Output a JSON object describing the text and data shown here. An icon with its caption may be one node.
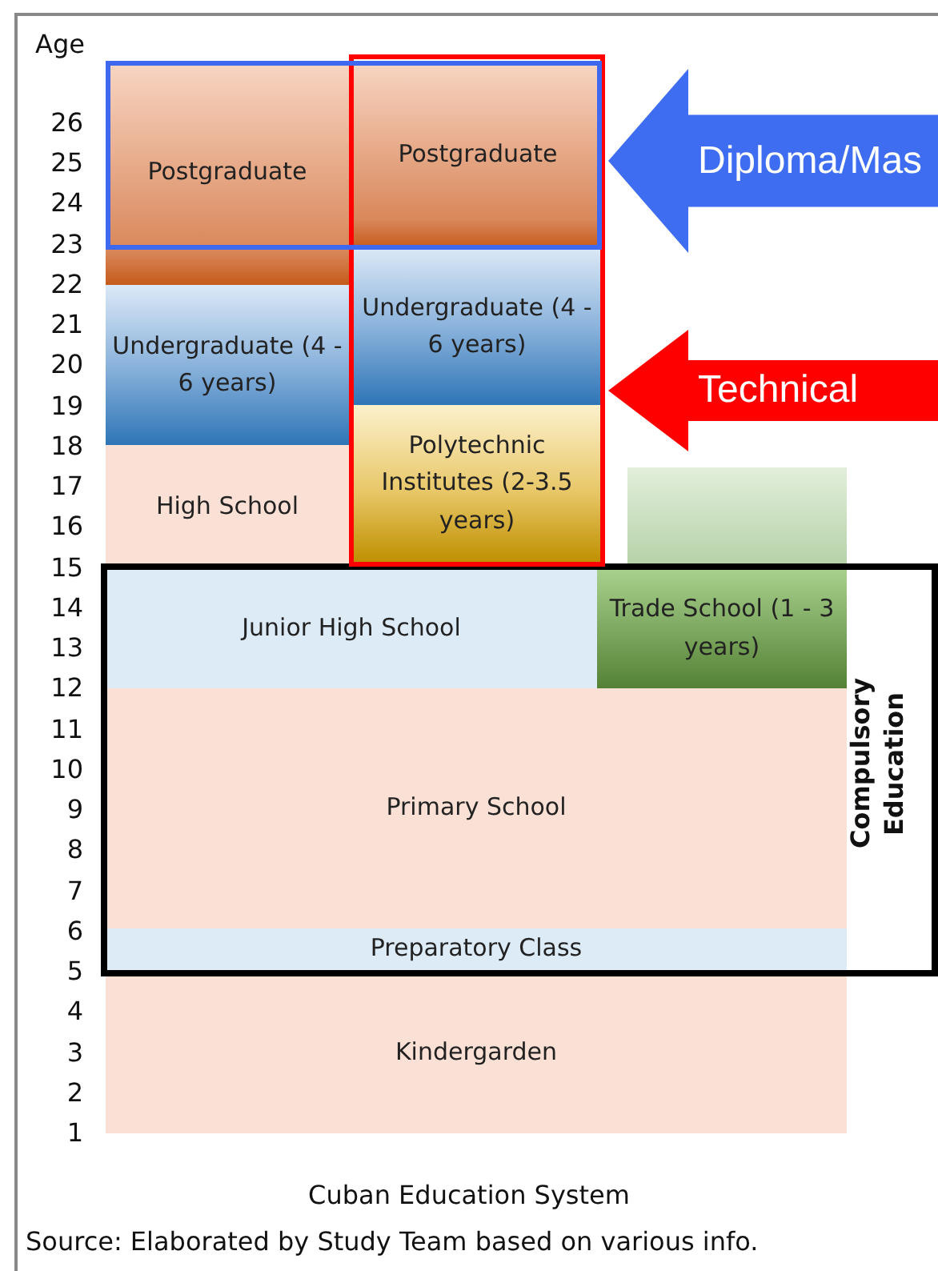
{
  "diagram": {
    "caption": "Cuban Education System",
    "nodes": [
      {
        "text": [],
        "shape": "box"
      },
      {
        "text": [],
        "shape": "box"
      },
      {
        "text": [
          "Postgraduate"
        ]
      },
      {
        "text": [
          "Postgraduate"
        ]
      },
      {
        "text": [
          "Diploma/Mas"
        ]
      },
      {
        "text": [
          "Undergraduate (4 - 6 years)"
        ]
      },
      {
        "text": [
          "Undergraduate (4 - 6 years)"
        ],
        "in": 1
      },
      {
        "text": [
          "Technical"
        ]
      },
      {
        "text": [
          "High School"
        ]
      },
      {
        "text": [
          "Polytechnic Institutes (2-3.5 years)"
        ],
        "in": 1
      },
      {
        "text": [],
        "shape": "bar"
      },
      {
        "text": [
          "Compulsory Education"
        ]
      },
      {
        "text": [
          "Junior High School"
        ],
        "in": 11
      },
      {
        "text": [
          "Trade School (1 - 3 years)"
        ],
        "in": 11
      },
      {
        "text": [
          "Primary School"
        ],
        "in": 11
      },
      {
        "text": [
          "Preparatory Class"
        ],
        "in": 11
      },
      {
        "text": [
          "Kindergarden"
        ]
      }
    ],
    "edges": [],
    "labels": [
      "Age",
      "26",
      "25",
      "24",
      "23",
      "22",
      "21",
      "20",
      "19",
      "18",
      "17",
      "16",
      "15",
      "14",
      "13",
      "12",
      "11",
      "10",
      "9",
      "8",
      "7",
      "6",
      "5",
      "4",
      "3",
      "2",
      "1",
      "Source: Elaborated by Study Team based on various info."
    ]
  }
}
